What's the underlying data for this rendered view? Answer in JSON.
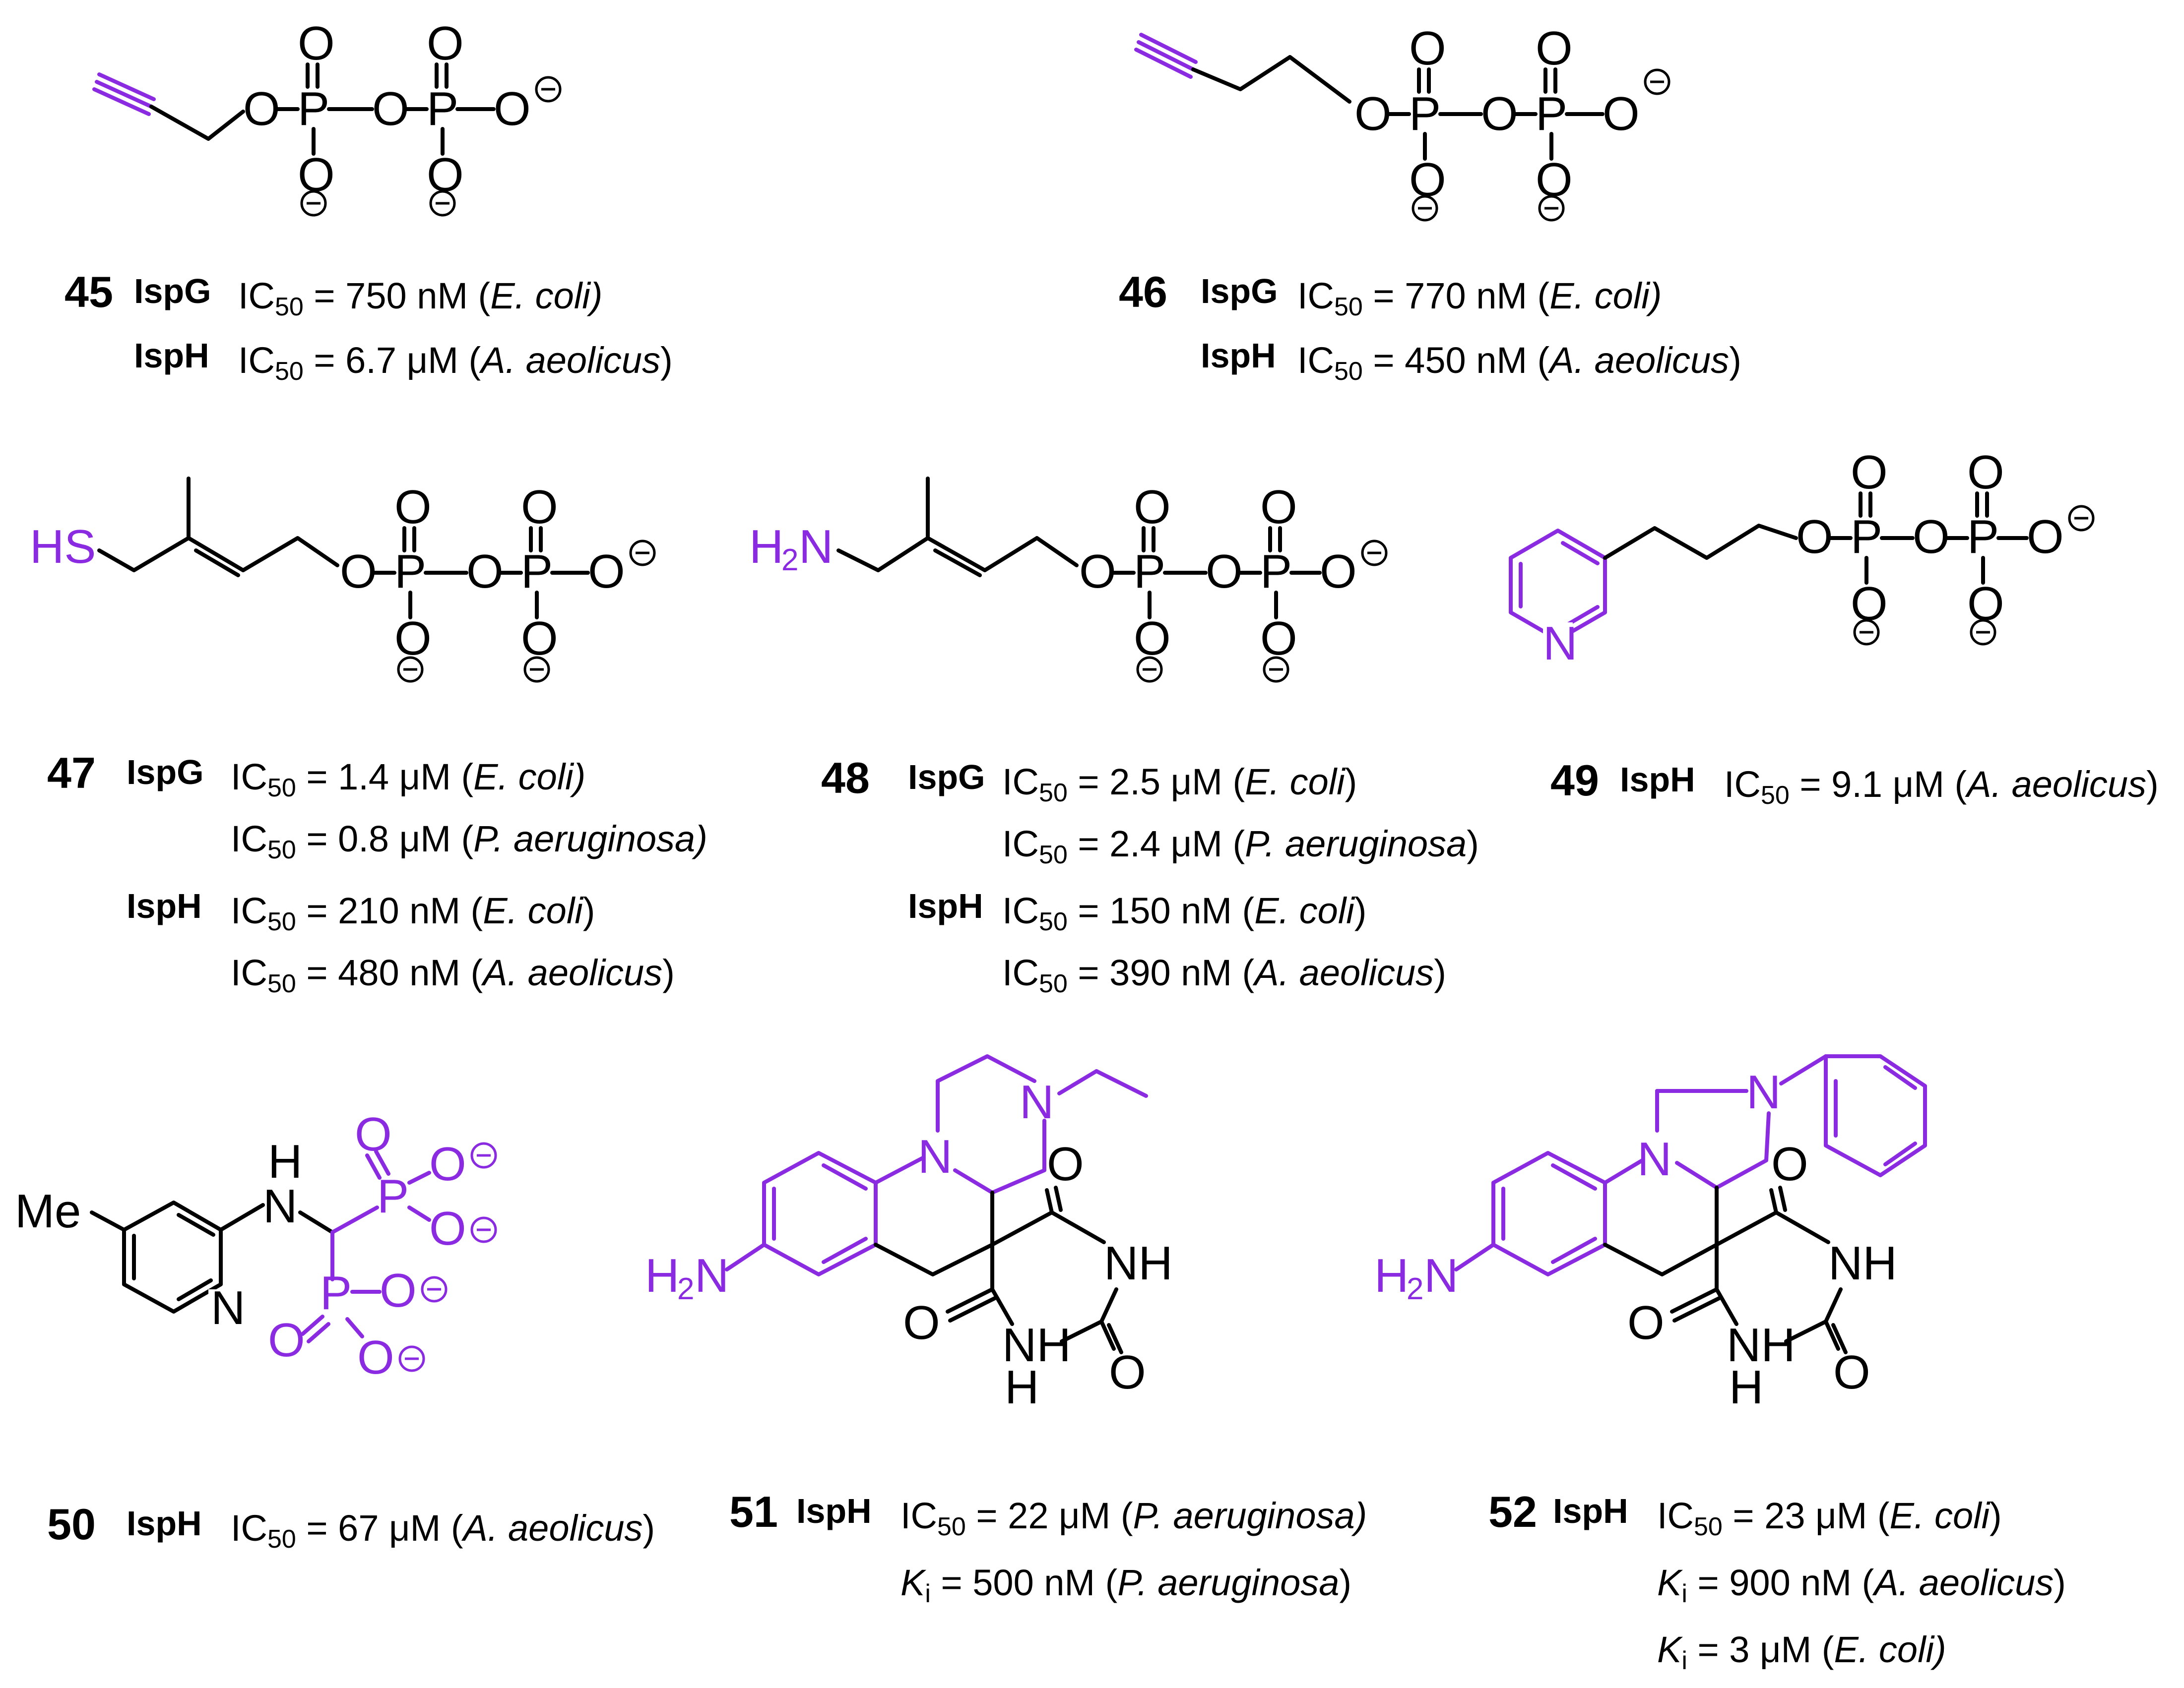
{
  "compounds": [
    {
      "id": "45",
      "rows": [
        {
          "enzyme": "IspG",
          "metric": "IC",
          "sub": "50",
          "value": " = 750 nM (",
          "organism": "E. coli)",
          "tail": ""
        },
        {
          "enzyme": "IspH",
          "metric": "IC",
          "sub": "50",
          "value": " = 6.7 μM (",
          "organism": "A. aeolicus",
          "tail": ")"
        }
      ]
    },
    {
      "id": "46",
      "rows": [
        {
          "enzyme": "IspG",
          "metric": "IC",
          "sub": "50",
          "value": " = 770 nM (",
          "organism": "E. coli)",
          "tail": ""
        },
        {
          "enzyme": "IspH",
          "metric": "IC",
          "sub": "50",
          "value": " = 450 nM (",
          "organism": "A. aeolicus",
          "tail": ")"
        }
      ]
    },
    {
      "id": "47",
      "rows": [
        {
          "enzyme": "IspG",
          "metric": "IC",
          "sub": "50",
          "value": " = 1.4 μM (",
          "organism": "E. coli)",
          "tail": ""
        },
        {
          "enzyme": "",
          "metric": "IC",
          "sub": "50",
          "value": " = 0.8 μM (",
          "organism": "P. aeruginosa)",
          "tail": ""
        },
        {
          "enzyme": "IspH",
          "metric": "IC",
          "sub": "50",
          "value": " = 210 nM (",
          "organism": "E. coli",
          "tail": ")"
        },
        {
          "enzyme": "",
          "metric": "IC",
          "sub": "50",
          "value": " = 480 nM (",
          "organism": "A. aeolicus",
          "tail": ")"
        }
      ]
    },
    {
      "id": "48",
      "rows": [
        {
          "enzyme": "IspG",
          "metric": "IC",
          "sub": "50",
          "value": " =  2.5 μM (",
          "organism": "E. coli",
          "tail": ")"
        },
        {
          "enzyme": "",
          "metric": "IC",
          "sub": "50",
          "value": " = 2.4 μM (",
          "organism": "P.  aeruginosa",
          "tail": ")"
        },
        {
          "enzyme": "IspH",
          "metric": "IC",
          "sub": "50",
          "value": " = 150 nM (",
          "organism": "E. coli",
          "tail": ")"
        },
        {
          "enzyme": "",
          "metric": "IC",
          "sub": "50",
          "value": " = 390 nM (",
          "organism": "A. aeolicus",
          "tail": ")"
        }
      ]
    },
    {
      "id": "49",
      "rows": [
        {
          "enzyme": "IspH",
          "metric": "IC",
          "sub": "50",
          "value": " = 9.1 μM (",
          "organism": "A. aeolicus",
          "tail": ")"
        }
      ]
    },
    {
      "id": "50",
      "rows": [
        {
          "enzyme": "IspH",
          "metric": "IC",
          "sub": "50",
          "value": " = 67 μM (",
          "organism": "A. aeolicus",
          "tail": ")"
        }
      ]
    },
    {
      "id": "51",
      "rows": [
        {
          "enzyme": "IspH",
          "metric": "IC",
          "sub": "50",
          "value": " = 22 μM (",
          "organism": "P. aeruginosa)",
          "tail": ""
        },
        {
          "enzyme": "",
          "metric": "K",
          "sub": "i",
          "value": " = 500 nM (",
          "organism": "P. aeruginosa",
          "tail": ")"
        }
      ]
    },
    {
      "id": "52",
      "rows": [
        {
          "enzyme": "IspH",
          "metric": "IC",
          "sub": "50",
          "value": " = 23 μM (",
          "organism": "E. coli",
          "tail": ")"
        },
        {
          "enzyme": "",
          "metric": "K",
          "sub": "i",
          "value": " = 900 nM (",
          "organism": "A. aeolicus",
          "tail": ")"
        },
        {
          "enzyme": "",
          "metric": "K",
          "sub": "i",
          "value": " = 3 μM (",
          "organism": "E. coli)",
          "tail": ""
        }
      ]
    }
  ],
  "atoms": {
    "O": "O",
    "P": "P",
    "N": "N",
    "H": "H",
    "NH": "NH",
    "HS": "HS",
    "Me": "Me",
    "H2": "H",
    "two": "2"
  },
  "colors": {
    "highlight": "#8a2be2",
    "ink": "#000000"
  }
}
